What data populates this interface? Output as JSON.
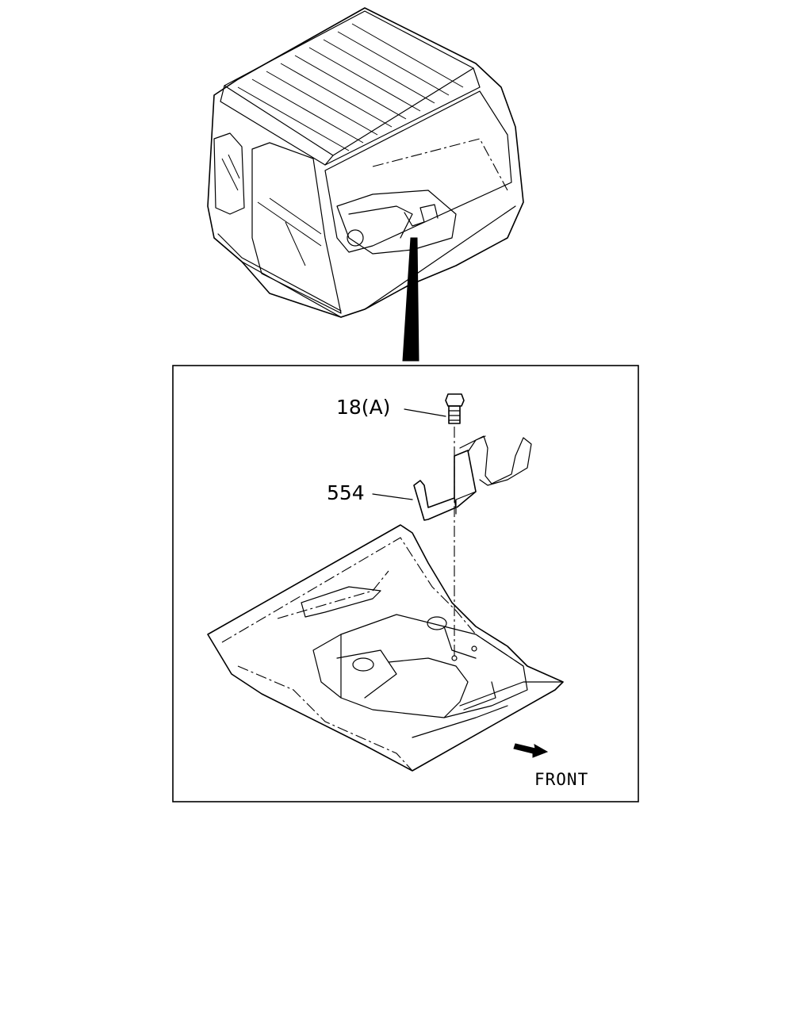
{
  "callouts": {
    "bolt": "18(A)",
    "bracket": "554"
  },
  "direction": {
    "label": "FRONT"
  },
  "colors": {
    "line": "#000000",
    "background": "#ffffff"
  }
}
